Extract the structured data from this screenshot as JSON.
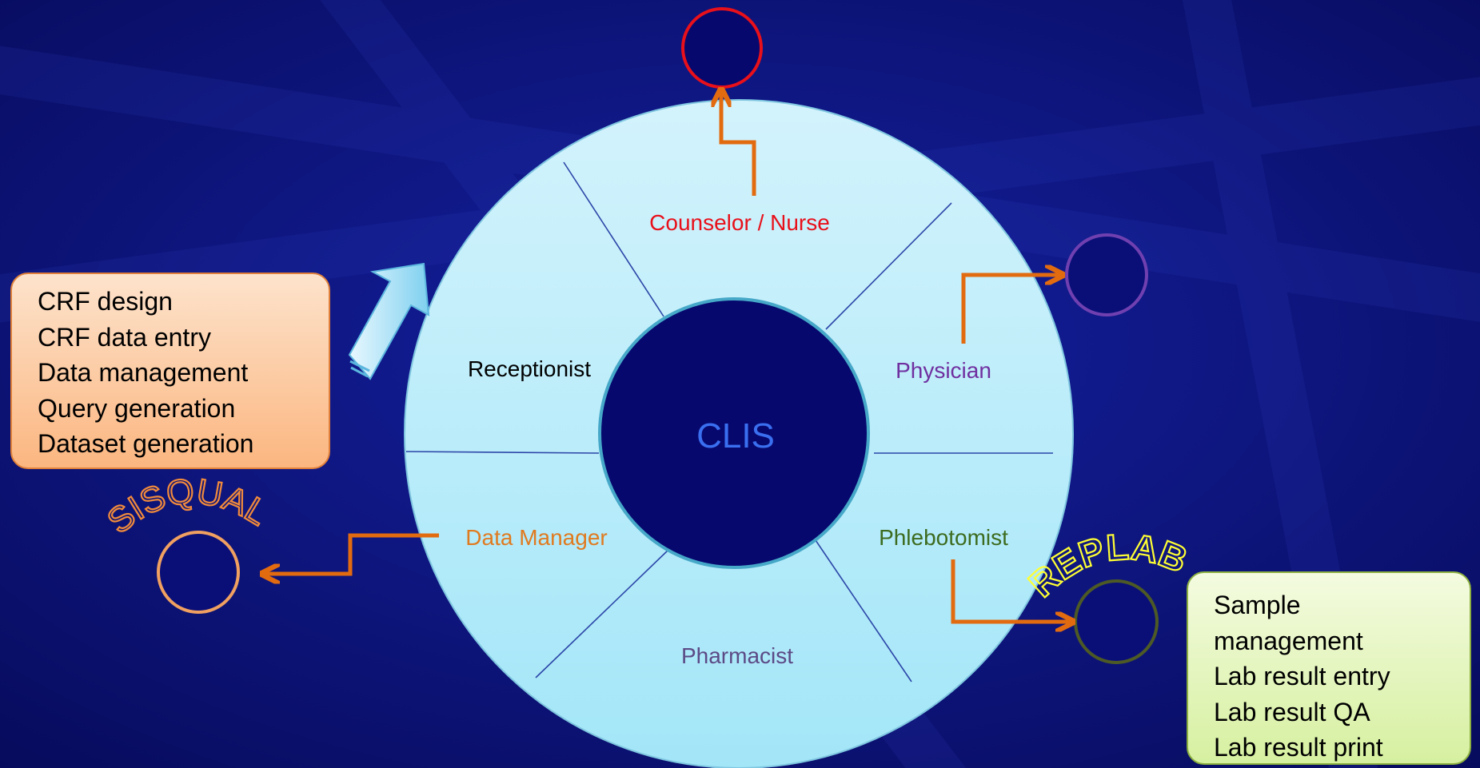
{
  "center": {
    "label": "CLIS"
  },
  "roles": {
    "counselor": "Counselor / Nurse",
    "receptionist": "Receptionist",
    "physician": "Physician",
    "data_manager": "Data Manager",
    "phlebotomist": "Phlebotomist",
    "pharmacist": "Pharmacist"
  },
  "modules": {
    "sisqual": "SISQUAL",
    "replab": "REPLAB"
  },
  "left_box": {
    "items": [
      "CRF design",
      "CRF data entry",
      "Data management",
      "Query generation",
      "Dataset generation"
    ]
  },
  "right_box": {
    "items": [
      "Sample",
      "management",
      "Lab result entry",
      "Lab result QA",
      "Lab result print"
    ]
  },
  "colors": {
    "background": "#0a0f6e",
    "ring": "#bfeffb",
    "hub": "#06086e",
    "counselor": "#e8101a",
    "physician": "#7030a0",
    "data_manager": "#e07a1f",
    "phlebotomist": "#3d6b1f",
    "pharmacist": "#5c4a86",
    "connector": "#e26b10",
    "sisqual_circle": "#f0a060",
    "replab_circle": "#4d5a25",
    "replab_text": "#ffff33"
  }
}
